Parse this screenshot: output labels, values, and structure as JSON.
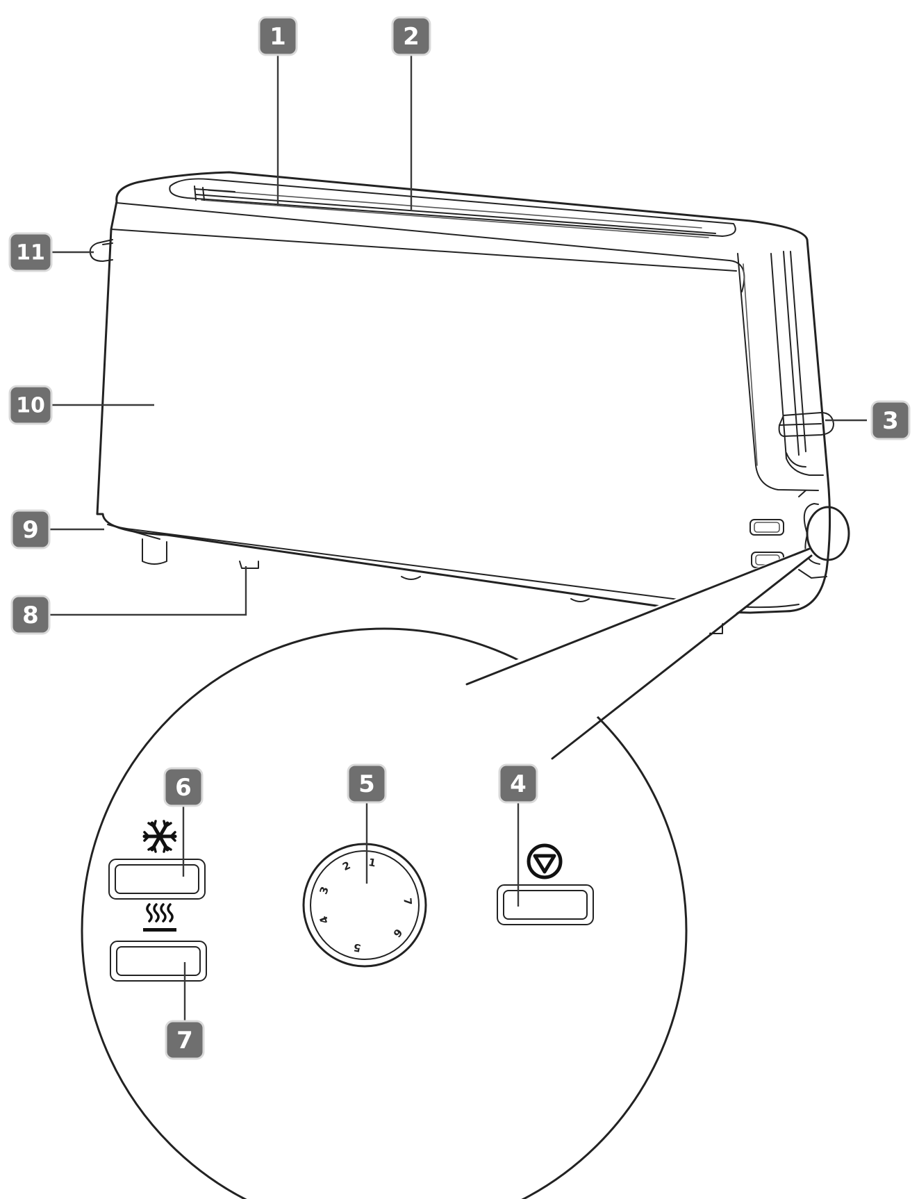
{
  "callouts": [
    {
      "id": "1",
      "label": "1"
    },
    {
      "id": "2",
      "label": "2"
    },
    {
      "id": "3",
      "label": "3"
    },
    {
      "id": "4",
      "label": "4"
    },
    {
      "id": "5",
      "label": "5"
    },
    {
      "id": "6",
      "label": "6"
    },
    {
      "id": "7",
      "label": "7"
    },
    {
      "id": "8",
      "label": "8"
    },
    {
      "id": "9",
      "label": "9"
    },
    {
      "id": "10",
      "label": "10"
    },
    {
      "id": "11",
      "label": "11"
    }
  ],
  "dial_numbers": [
    "1",
    "2",
    "3",
    "4",
    "5",
    "6",
    "7"
  ],
  "icons": {
    "defrost": "snowflake-icon",
    "reheat": "heat-waves-icon",
    "cancel": "stop-triangle-icon"
  },
  "colors": {
    "badge_fill": "#6f6f6f",
    "badge_border": "#d9d9d9",
    "line": "#222222"
  }
}
